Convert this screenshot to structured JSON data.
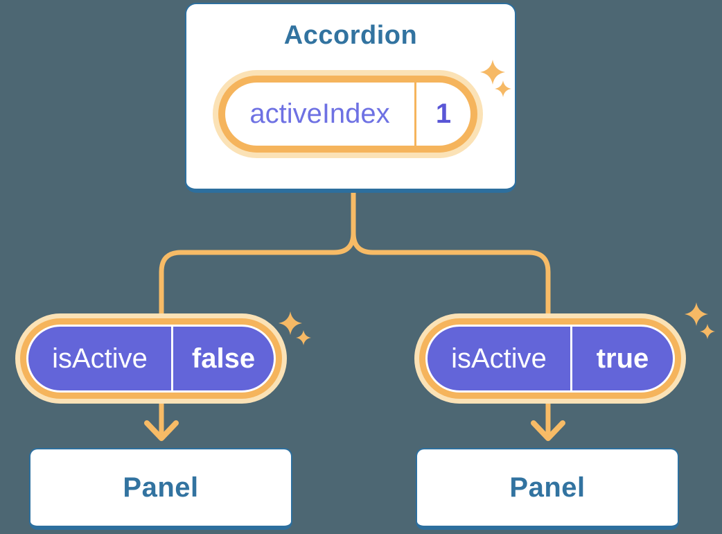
{
  "background_color": "#4D6773",
  "colors": {
    "box_border": "#2D6F9E",
    "box_text": "#3273A0",
    "connector": "#F7BB66",
    "pill_ring": "#F5B45C",
    "pill_ring_glow": "#FBE2B6",
    "pill_fill_purple": "#6365D9",
    "pill_text_on_purple": "#FFFFFF",
    "state_name_color": "#6E71E3",
    "state_value_color": "#5956D6",
    "sparkle": "#F6B965"
  },
  "root": {
    "title": "Accordion",
    "state": {
      "name": "activeIndex",
      "value": "1"
    }
  },
  "branches": [
    {
      "prop": {
        "name": "isActive",
        "value": "false"
      },
      "panel": "Panel"
    },
    {
      "prop": {
        "name": "isActive",
        "value": "true"
      },
      "panel": "Panel"
    }
  ],
  "icons": [
    {
      "name": "sparkle-icon",
      "shape": "four-point-star",
      "color": "#F6B965"
    }
  ]
}
